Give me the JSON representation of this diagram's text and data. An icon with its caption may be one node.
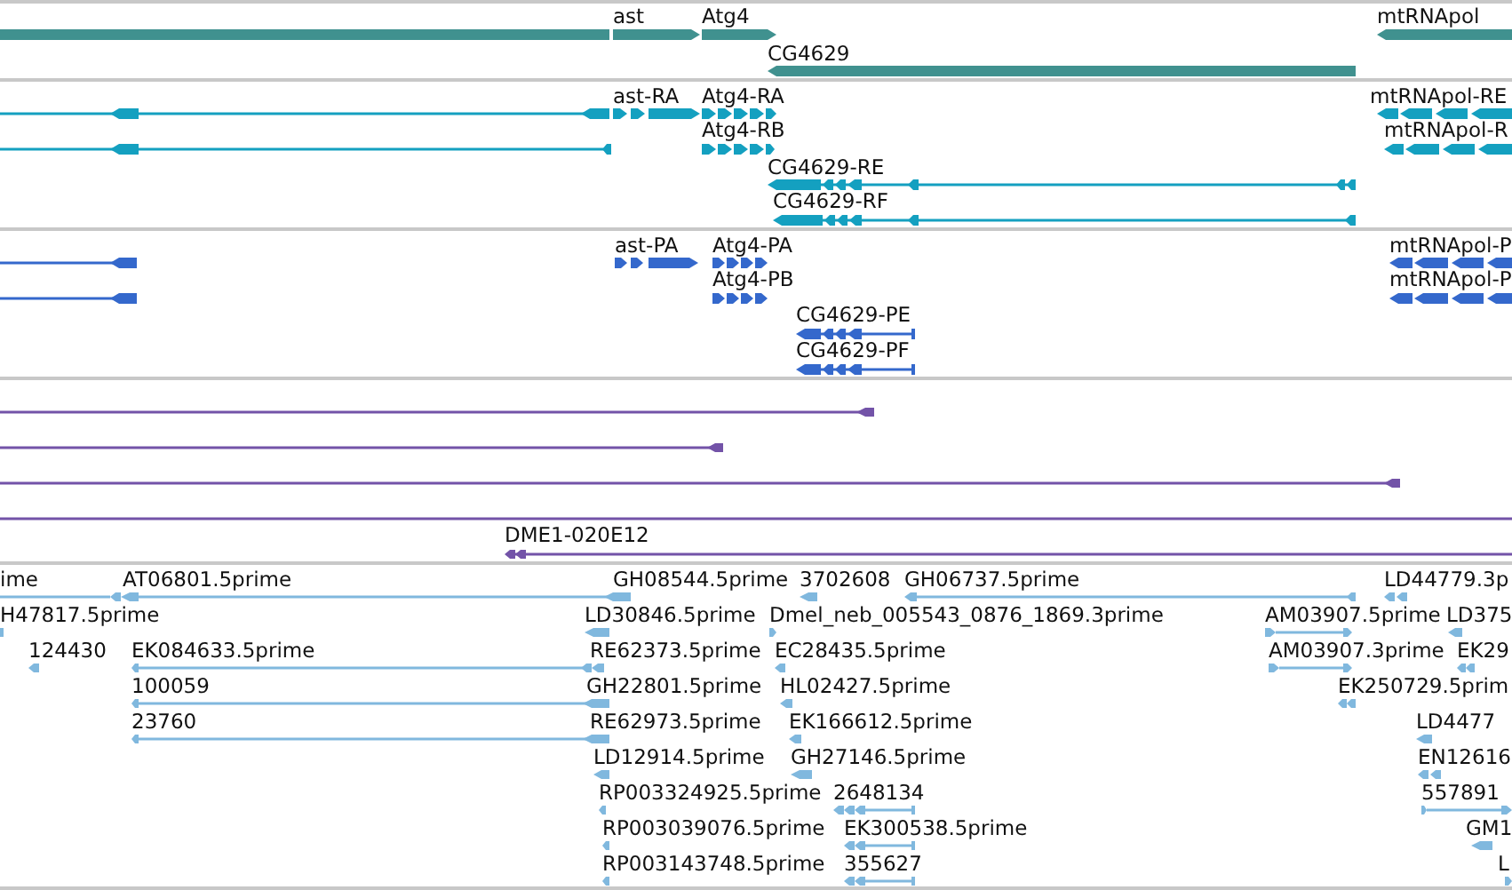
{
  "diagram": {
    "labels": [
      "ast",
      "Atg4",
      "mtRNApol",
      "CG4629",
      "ast-RA",
      "Atg4-RA",
      "mtRNApol-RE",
      "Atg4-RB",
      "mtRNApol-R",
      "CG4629-RE",
      "CG4629-RF",
      "ast-PA",
      "Atg4-PA",
      "mtRNApol-P",
      "Atg4-PB",
      "mtRNApol-P",
      "CG4629-PE",
      "CG4629-PF",
      "DME1-020E12",
      "ime",
      "AT06801.5prime",
      "GH08544.5prime",
      "3702608",
      "GH06737.5prime",
      "LD44779.3p",
      "H47817.5prime",
      "LD30846.5prime",
      "Dmel_neb_005543_0876_1869.3prime",
      "AM03907.5prime",
      "LD375",
      "124430",
      "EK084633.5prime",
      "RE62373.5prime",
      "EC28435.5prime",
      "AM03907.3prime",
      "EK29",
      "100059",
      "GH22801.5prime",
      "HL02427.5prime",
      "EK250729.5prim",
      "23760",
      "RE62973.5prime",
      "EK166612.5prime",
      "LD4477",
      "LD12914.5prime",
      "GH27146.5prime",
      "EN12616",
      "RP003324925.5prime",
      "2648134",
      "557891",
      "RP003039076.5prime",
      "EK300538.5prime",
      "GM1",
      "RP003143748.5prime",
      "355627",
      "L"
    ]
  }
}
